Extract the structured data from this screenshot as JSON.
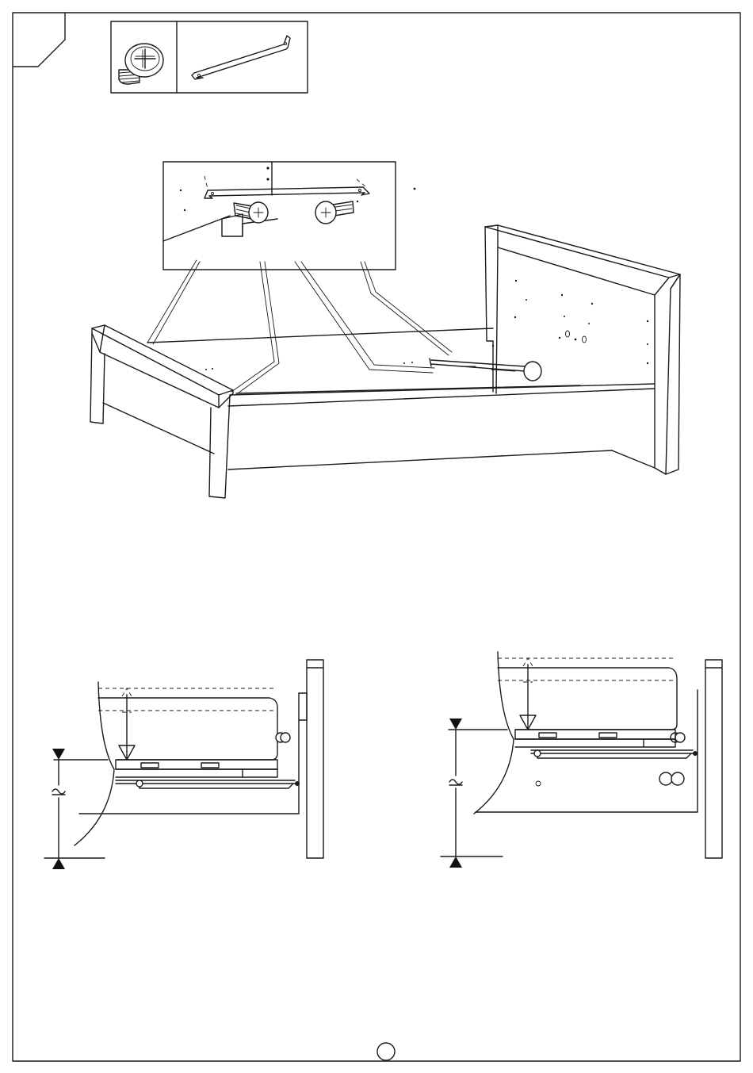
{
  "page": {
    "page_number": "",
    "step_number": ""
  },
  "parts": [
    {
      "id": "A",
      "icon": "screw-icon"
    },
    {
      "id": "B",
      "icon": "metal-strip-icon"
    }
  ],
  "detail_views": [
    {
      "id": "low-position",
      "icon": "mattress-height-low-icon"
    },
    {
      "id": "high-position",
      "icon": "mattress-height-high-icon"
    }
  ],
  "colors": {
    "line": "#1a1a1a",
    "background": "#ffffff"
  }
}
